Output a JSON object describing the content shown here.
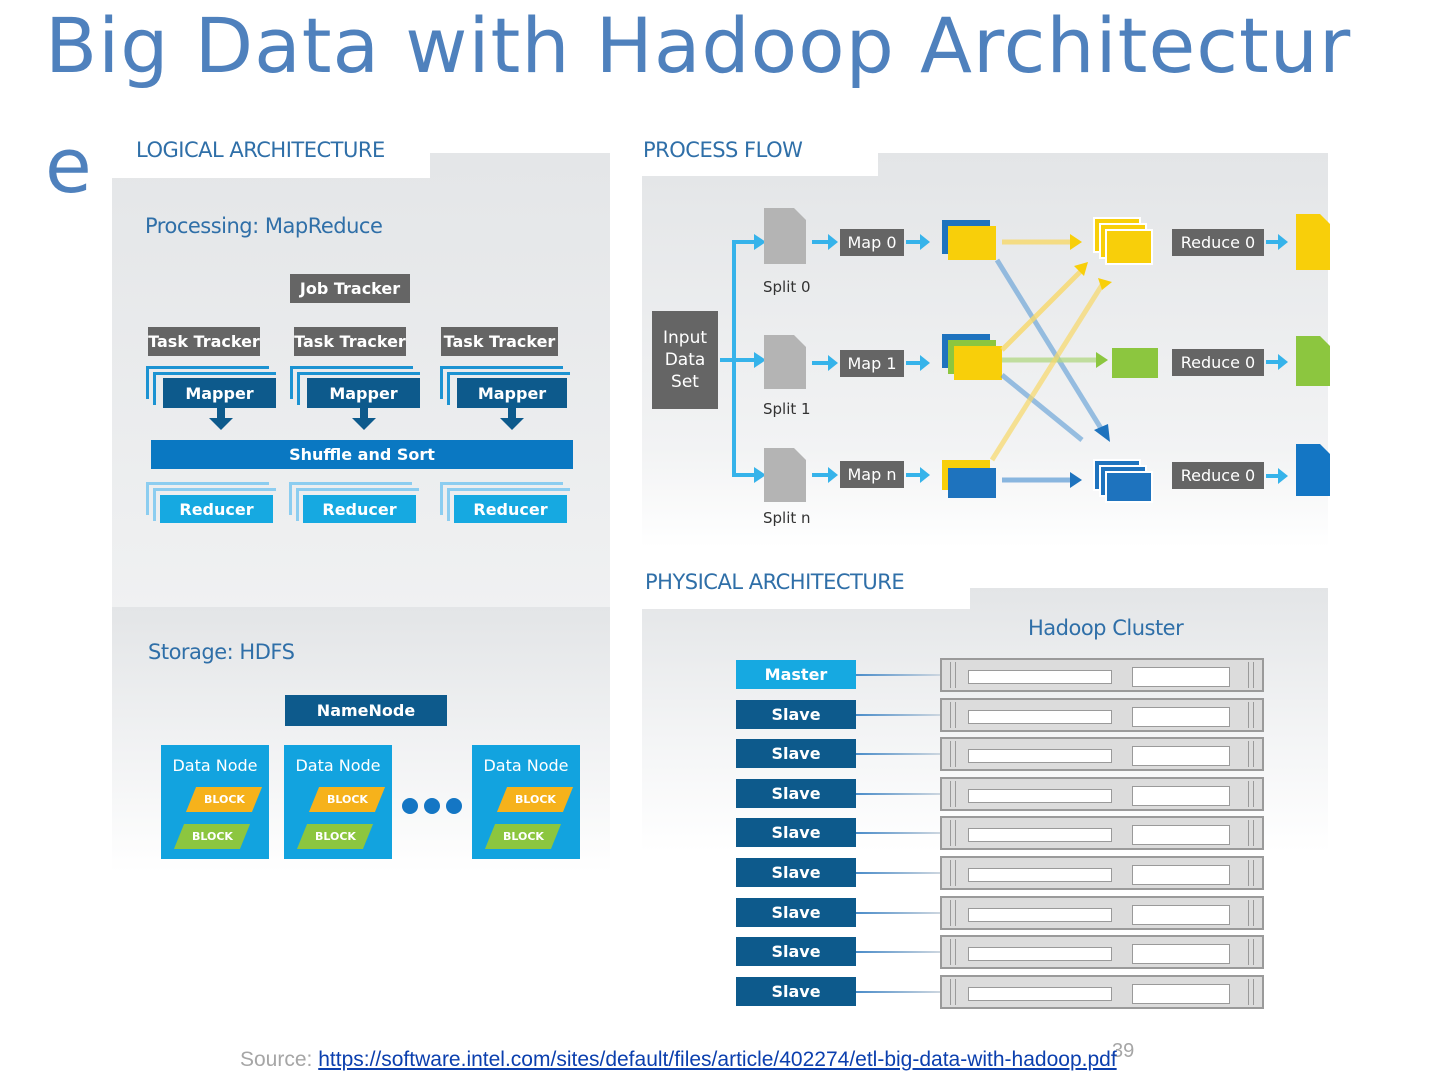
{
  "slide": {
    "title": "Big Data with Hadoop Architecture",
    "page_number": "39",
    "source_label": "Source:",
    "source_url": "https://software.intel.com/sites/default/files/article/402274/etl-big-data-with-hadoop.pdf"
  },
  "logical": {
    "heading": "LOGICAL ARCHITECTURE",
    "processing": {
      "heading": "Processing: MapReduce",
      "job_tracker": "Job Tracker",
      "task_trackers": [
        "Task Tracker",
        "Task Tracker",
        "Task Tracker"
      ],
      "mappers": [
        "Mapper",
        "Mapper",
        "Mapper"
      ],
      "shuffle": "Shuffle and Sort",
      "reducers": [
        "Reducer",
        "Reducer",
        "Reducer"
      ]
    },
    "storage": {
      "heading": "Storage: HDFS",
      "namenode": "NameNode",
      "data_nodes": [
        {
          "label": "Data Node",
          "blocks": [
            "BLOCK",
            "BLOCK"
          ]
        },
        {
          "label": "Data Node",
          "blocks": [
            "BLOCK",
            "BLOCK"
          ]
        },
        {
          "label": "Data Node",
          "blocks": [
            "BLOCK",
            "BLOCK"
          ]
        }
      ]
    }
  },
  "process_flow": {
    "heading": "PROCESS FLOW",
    "input": "Input Data Set",
    "splits": [
      "Split 0",
      "Split 1",
      "Split n"
    ],
    "maps": [
      "Map 0",
      "Map 1",
      "Map n"
    ],
    "reduces": [
      "Reduce 0",
      "Reduce 0",
      "Reduce 0"
    ]
  },
  "physical": {
    "heading": "PHYSICAL ARCHITECTURE",
    "cluster_label": "Hadoop Cluster",
    "nodes": [
      "Master",
      "Slave",
      "Slave",
      "Slave",
      "Slave",
      "Slave",
      "Slave",
      "Slave",
      "Slave"
    ]
  },
  "colors": {
    "title_blue": "#4f81bd",
    "heading_blue": "#2f6fa8",
    "dark_blue": "#0d5a8c",
    "mid_blue": "#0a78c2",
    "light_blue": "#16a9e1",
    "gray": "#656565",
    "yellow": "#f8cf0a",
    "green": "#8cc63f"
  }
}
